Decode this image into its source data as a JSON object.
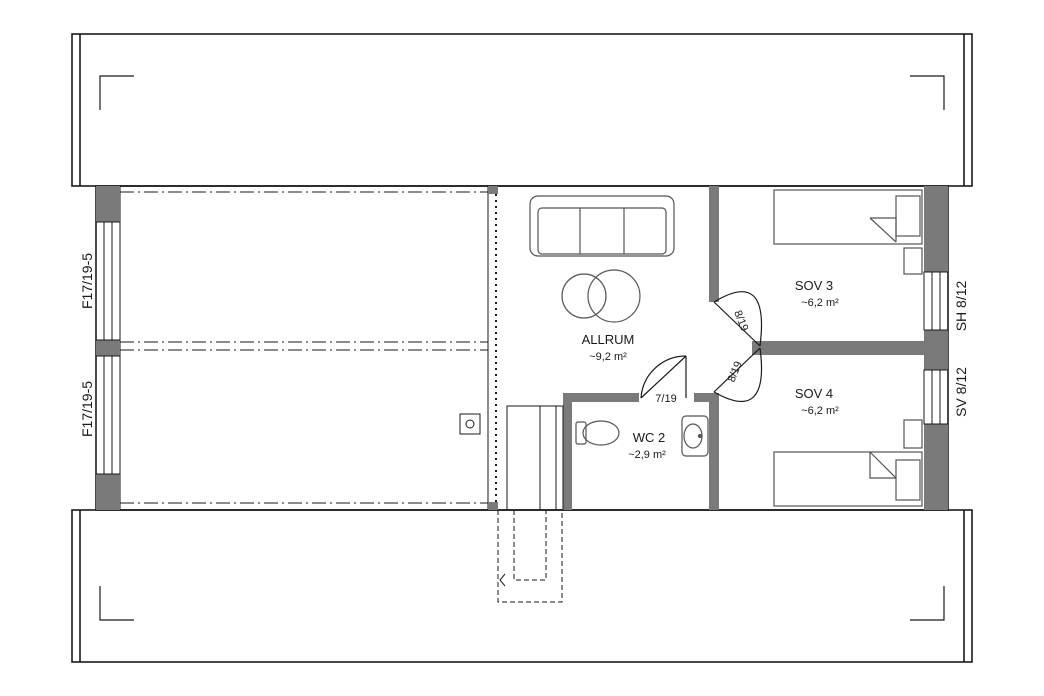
{
  "colors": {
    "wall": "#7a7a7a",
    "line": "#1a1a1a",
    "furniture": "#555555",
    "background": "#ffffff"
  },
  "rooms": [
    {
      "key": "allrum",
      "name": "ALLRUM",
      "area": "~9,2 m²"
    },
    {
      "key": "sov3",
      "name": "SOV 3",
      "area": "~6,2 m²"
    },
    {
      "key": "sov4",
      "name": "SOV 4",
      "area": "~6,2 m²"
    },
    {
      "key": "wc2",
      "name": "WC 2",
      "area": "~2,9 m²"
    }
  ],
  "doors": [
    {
      "key": "door-wc2",
      "label": "7/19"
    },
    {
      "key": "door-sov3",
      "label": "8/19"
    },
    {
      "key": "door-sov4",
      "label": "8/19"
    }
  ],
  "windows": [
    {
      "key": "window-left-upper",
      "label": "F17/19-5"
    },
    {
      "key": "window-left-lower",
      "label": "F17/19-5"
    },
    {
      "key": "window-right-upper",
      "label": "SH 8/12"
    },
    {
      "key": "window-right-lower",
      "label": "SV 8/12"
    }
  ]
}
